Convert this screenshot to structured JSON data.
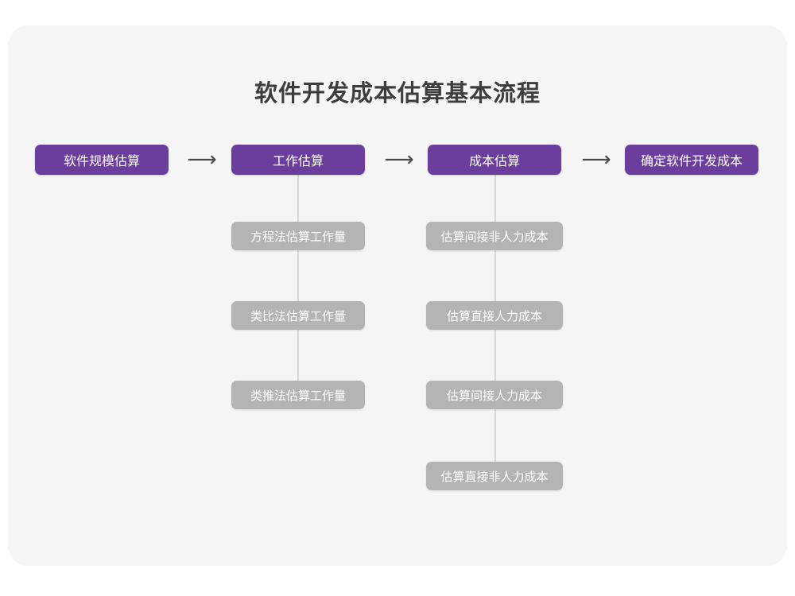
{
  "card": {
    "background": "#f5f5f5"
  },
  "colors": {
    "primary": "#6b3d9c",
    "secondary": "#b4b4b4",
    "connector": "#d6d6d6",
    "canvas": "#ffffff",
    "title_text": "#3d3d3d"
  },
  "title": "软件开发成本估算基本流程",
  "arrows": [
    {
      "glyph": "⟶",
      "name": "arrow-1"
    },
    {
      "glyph": "⟶",
      "name": "arrow-2"
    },
    {
      "glyph": "⟶",
      "name": "arrow-3"
    }
  ],
  "flow": {
    "stages": [
      {
        "id": "stage-1",
        "label": "软件规模估算",
        "substeps": []
      },
      {
        "id": "stage-2",
        "label": "工作估算",
        "substeps": [
          "方程法估算工作量",
          "类比法估算工作量",
          "类推法估算工作量"
        ]
      },
      {
        "id": "stage-3",
        "label": "成本估算",
        "substeps": [
          "估算间接非人力成本",
          "估算直接人力成本",
          "估算间接人力成本",
          "估算直接非人力成本"
        ]
      },
      {
        "id": "stage-4",
        "label": "确定软件开发成本",
        "substeps": []
      }
    ]
  }
}
